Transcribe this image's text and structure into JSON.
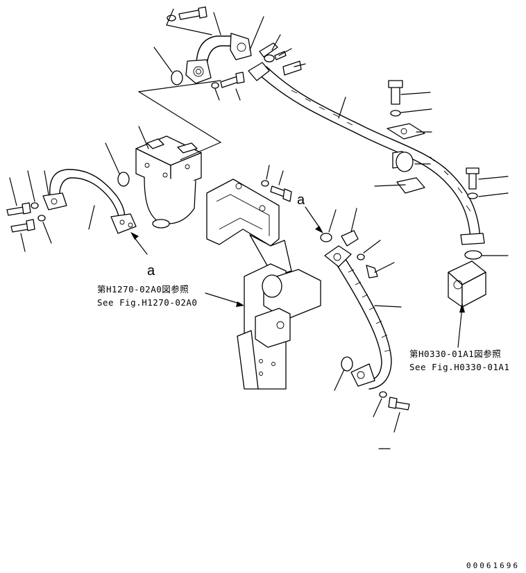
{
  "labels": {
    "marker_a_left": "a",
    "marker_a_right": "a",
    "ref_left_jp": "第H1270-02A0図参照",
    "ref_left_en": "See Fig.H1270-02A0",
    "ref_right_jp": "第H0330-01A1図参照",
    "ref_right_en": "See Fig.H0330-01A1",
    "drawing_code": "00061696"
  }
}
